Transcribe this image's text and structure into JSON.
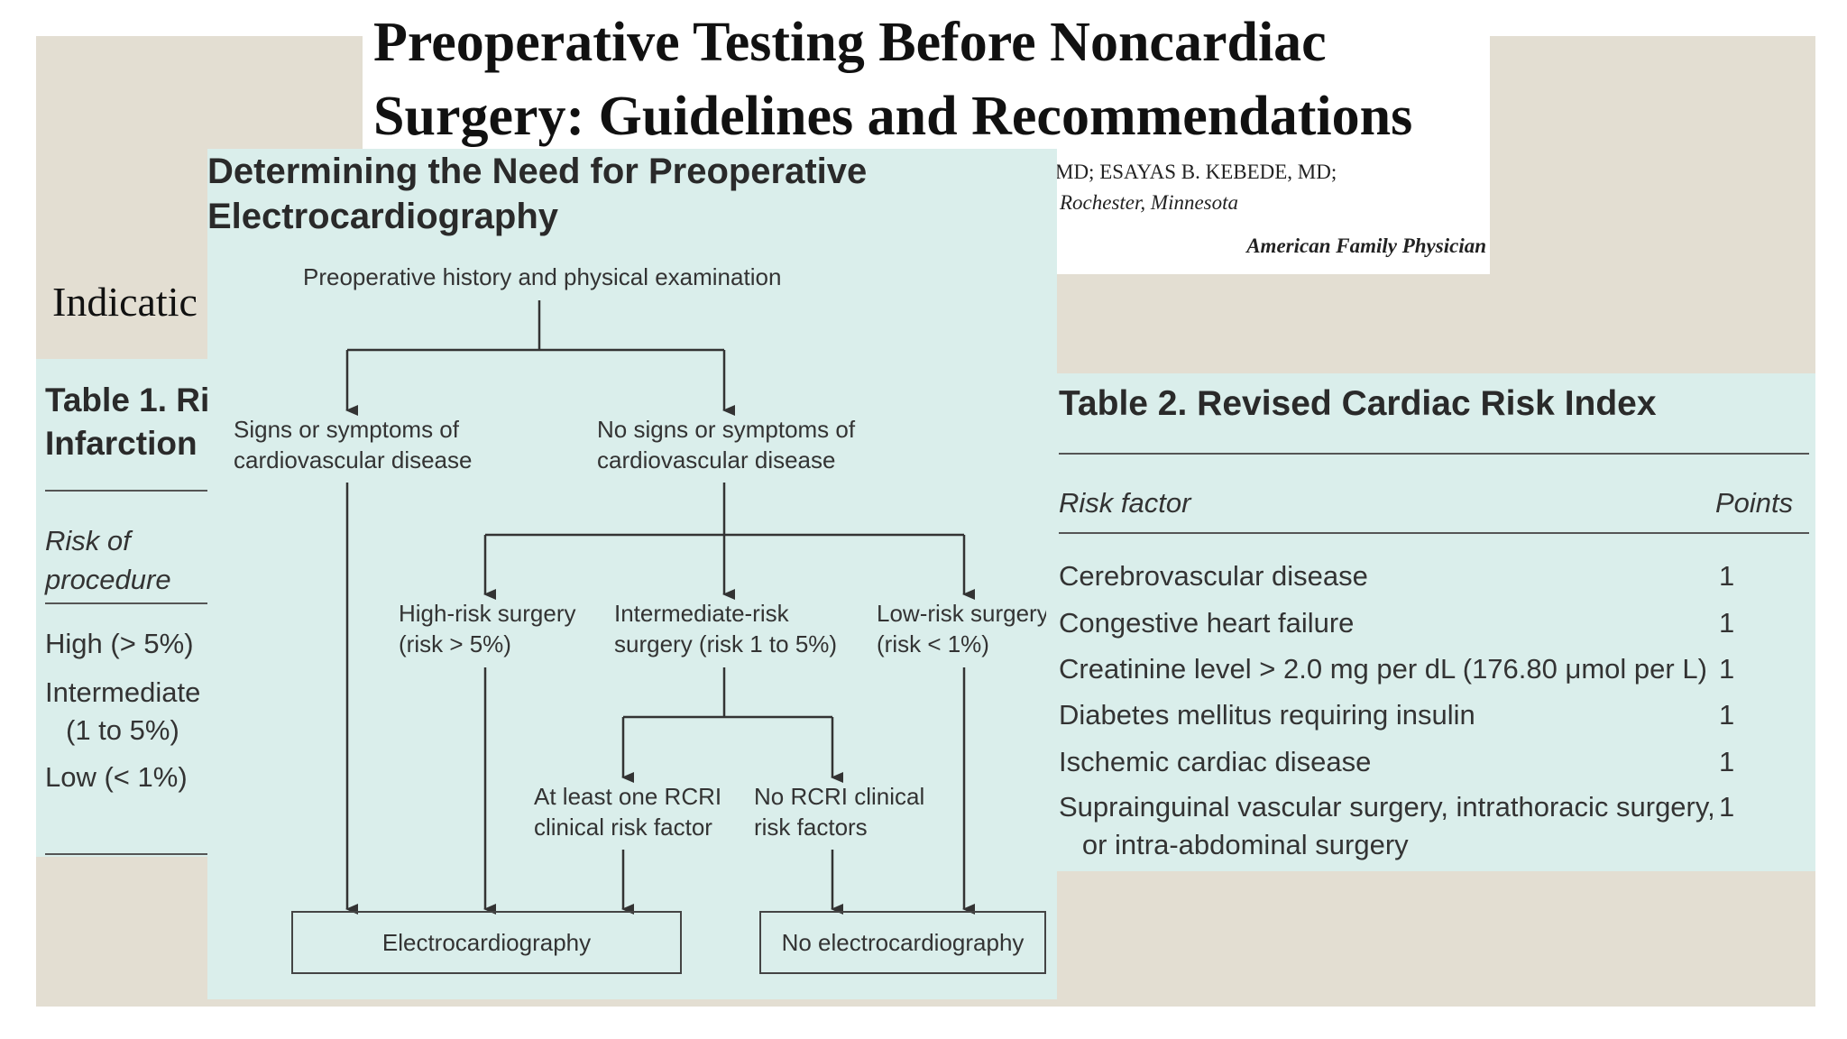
{
  "article": {
    "title": "Preoperative Testing Before Noncardiac\nSurgery: Guidelines and Recommendations",
    "authors": "MD; ESAYAS B. KEBEDE, MD;",
    "affiliation": "Rochester, Minnesota",
    "journal": "American Family Physician"
  },
  "slide_text": "Indicatic",
  "table1": {
    "title": "Table 1. Ri\nInfarction",
    "header": "Risk of\nprocedure",
    "rows": [
      "High (> 5%)",
      "Intermediate",
      "(1 to 5%)",
      "Low (< 1%)"
    ]
  },
  "flowchart": {
    "title": "Determining the Need for Preoperative\nElectrocardiography",
    "root": "Preoperative history and physical examination",
    "signs": "Signs or symptoms of\ncardiovascular disease",
    "no_signs": "No signs or symptoms of\ncardiovascular disease",
    "high_risk": "High-risk surgery\n(risk > 5%)",
    "intermediate_risk": "Intermediate-risk\nsurgery (risk 1 to 5%)",
    "low_risk": "Low-risk surgery\n(risk < 1%)",
    "rcri_factor": "At least one RCRI\nclinical risk factor",
    "no_rcri": "No RCRI clinical\nrisk factors",
    "ecg": "Electrocardiography",
    "no_ecg": "No electrocardiography"
  },
  "table2": {
    "title": "Table 2. Revised Cardiac Risk Index",
    "col_factor": "Risk factor",
    "col_points": "Points",
    "rows": [
      {
        "factor": "Cerebrovascular disease",
        "points": "1"
      },
      {
        "factor": "Congestive heart failure",
        "points": "1"
      },
      {
        "factor": "Creatinine level > 2.0 mg per dL (176.80 μmol per L)",
        "points": "1"
      },
      {
        "factor": "Diabetes mellitus requiring insulin",
        "points": "1"
      },
      {
        "factor": "Ischemic cardiac disease",
        "points": "1"
      },
      {
        "factor": "Suprainguinal vascular surgery, intrathoracic surgery,\n   or intra-abdominal surgery",
        "points": "1"
      }
    ]
  }
}
